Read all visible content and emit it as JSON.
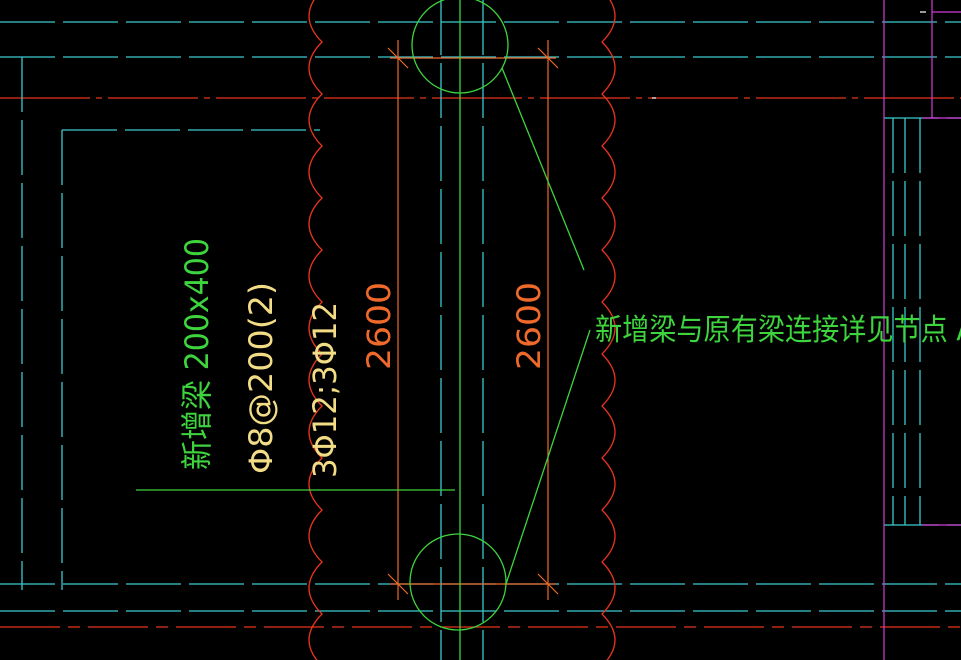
{
  "colors": {
    "background": "#000000",
    "axis_red": "#e6341e",
    "cyan": "#39c9cf",
    "green": "#3ed43e",
    "orange": "#ef6a2a",
    "yellow": "#f2dc86",
    "magenta": "#d33bd6",
    "white": "#ffffff"
  },
  "labels": {
    "beam_name": "新增梁 200x400",
    "stirrup_spec": "Φ8@200(2)",
    "main_bar_spec": "3Φ12;3Φ12",
    "dim_left": "2600",
    "dim_right": "2600",
    "connection_note": "新增梁与原有梁连接详见节点 A"
  }
}
